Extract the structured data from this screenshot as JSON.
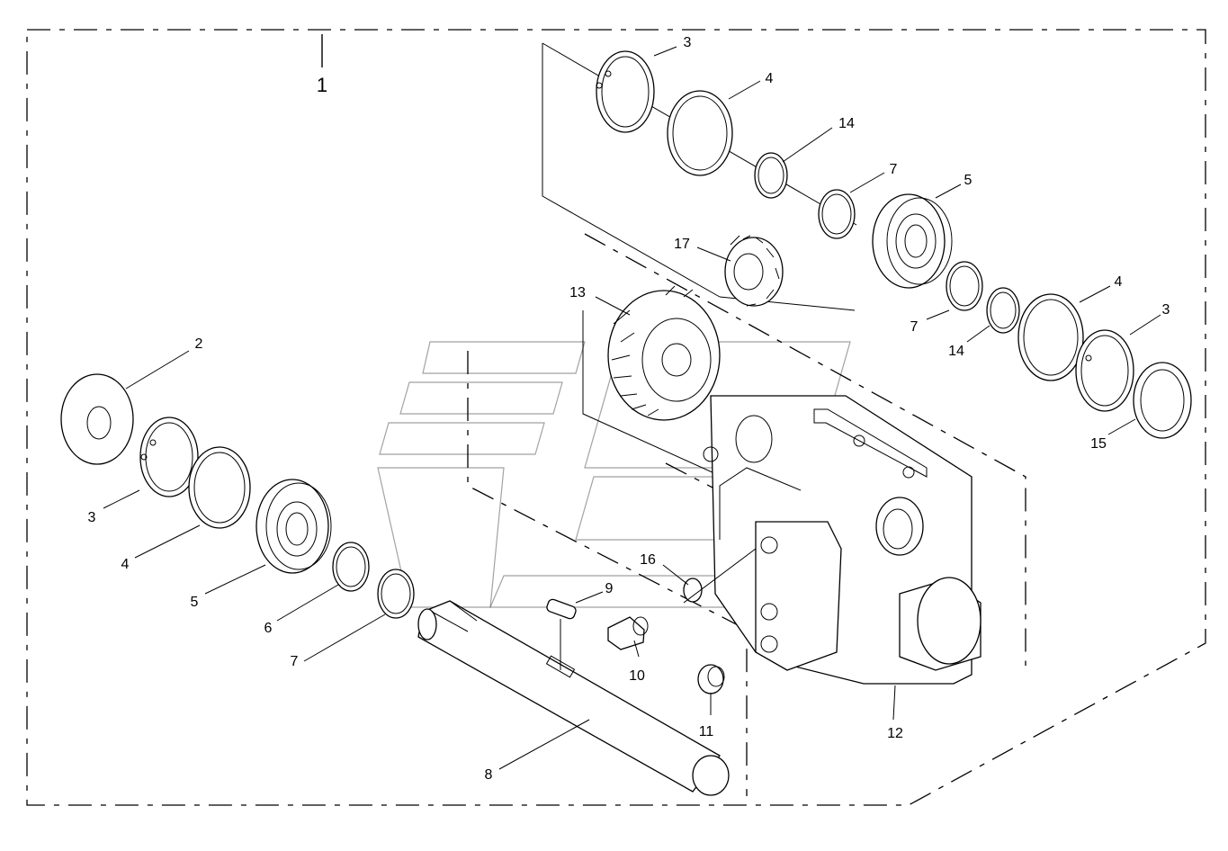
{
  "assembly_label": "1",
  "callouts": {
    "c3_top": "3",
    "c4_top": "4",
    "c14_top": "14",
    "c7_top": "7",
    "c5_right": "5",
    "c17": "17",
    "c13": "13",
    "c7_mid": "7",
    "c14_mid": "14",
    "c4_right": "4",
    "c3_right": "3",
    "c15": "15",
    "c2": "2",
    "c3_left": "3",
    "c4_left": "4",
    "c5_left": "5",
    "c6": "6",
    "c7_left": "7",
    "c16": "16",
    "c9": "9",
    "c10": "10",
    "c11": "11",
    "c12": "12",
    "c8": "8"
  },
  "colors": {
    "line": "#000000",
    "background": "#ffffff",
    "watermark": "#555555"
  }
}
